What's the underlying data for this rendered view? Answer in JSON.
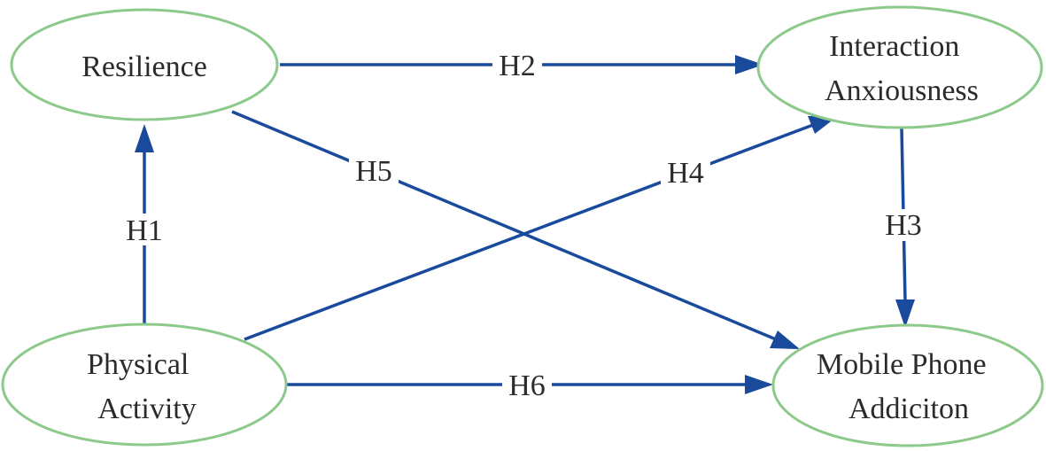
{
  "nodes": {
    "resilience": {
      "lines": [
        "Resilience"
      ]
    },
    "interaction": {
      "lines": [
        "Interaction",
        "Anxiousness"
      ]
    },
    "physical": {
      "lines": [
        "Physical",
        "Activity"
      ]
    },
    "mobile": {
      "lines": [
        "Mobile Phone",
        "Addiciton"
      ]
    }
  },
  "edges": {
    "h1": {
      "label": "H1",
      "from": "physical",
      "to": "resilience"
    },
    "h2": {
      "label": "H2",
      "from": "resilience",
      "to": "interaction"
    },
    "h3": {
      "label": "H3",
      "from": "interaction",
      "to": "mobile"
    },
    "h4": {
      "label": "H4",
      "from": "physical",
      "to": "interaction"
    },
    "h5": {
      "label": "H5",
      "from": "resilience",
      "to": "mobile"
    },
    "h6": {
      "label": "H6",
      "from": "physical",
      "to": "mobile"
    }
  },
  "colors": {
    "node_stroke": "#8cc98a",
    "edge": "#1a4a9c",
    "text": "#2b2b2b"
  }
}
